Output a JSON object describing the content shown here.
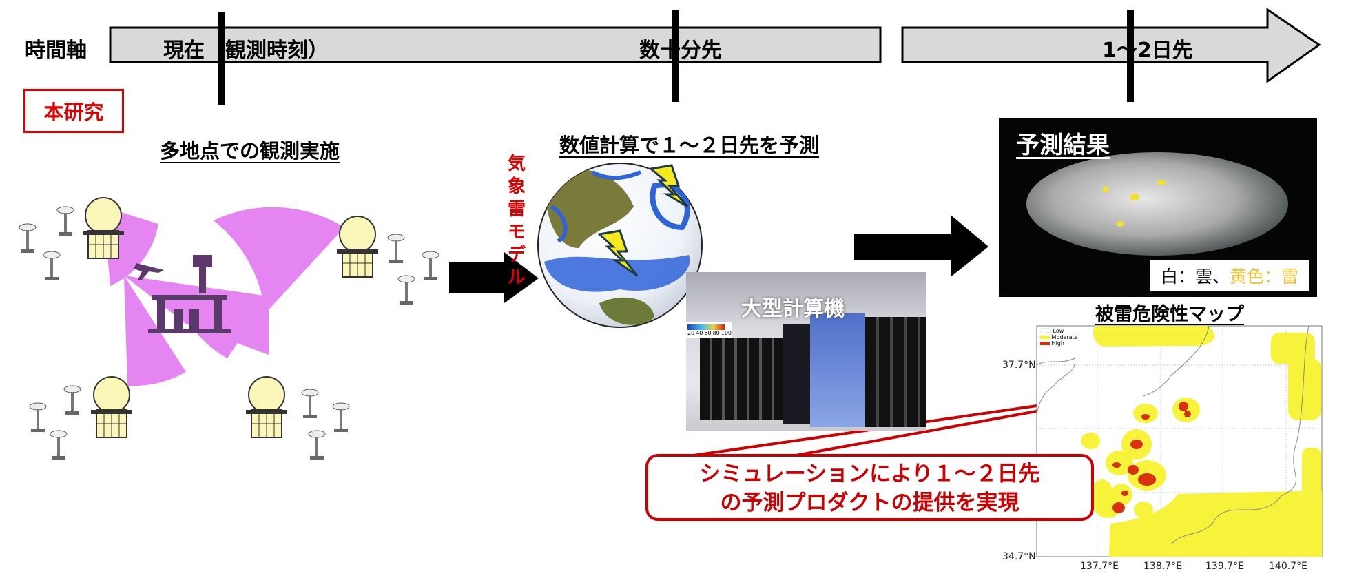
{
  "timeline": {
    "axis_label": "時間軸",
    "now_label": "現在（観測時刻）",
    "tens_of_minutes_label": "数十分先",
    "one_two_days_label": "1〜2日先"
  },
  "research_badge": "本研究",
  "observation": {
    "heading": "多地点での観測実施"
  },
  "simulation": {
    "heading": "数値計算で１～２日先を予測",
    "model_label": [
      "気象",
      "雷",
      "モデル"
    ],
    "colorbar_ticks": [
      "20",
      "40",
      "60",
      "80",
      "100"
    ],
    "supercomputer_label": "大型計算機"
  },
  "result": {
    "title": "予測結果",
    "legend_white": "白：雲、",
    "legend_yellow": "黄色：雷",
    "yellow_color": "#f0c030"
  },
  "map": {
    "title": "被雷危険性マップ",
    "legend": [
      {
        "label": "Low",
        "color": "#ffffff"
      },
      {
        "label": "Moderate",
        "color": "#f7f23a"
      },
      {
        "label": "High",
        "color": "#d83010"
      }
    ],
    "y_ticks": [
      "37.7°N",
      "34.7°N"
    ],
    "x_ticks": [
      "137.7°E",
      "138.7°E",
      "139.7°E",
      "140.7°E"
    ]
  },
  "callout": {
    "line1": "シミュレーションにより１～２日先",
    "line2": "の予測プロダクトの提供を実現"
  }
}
